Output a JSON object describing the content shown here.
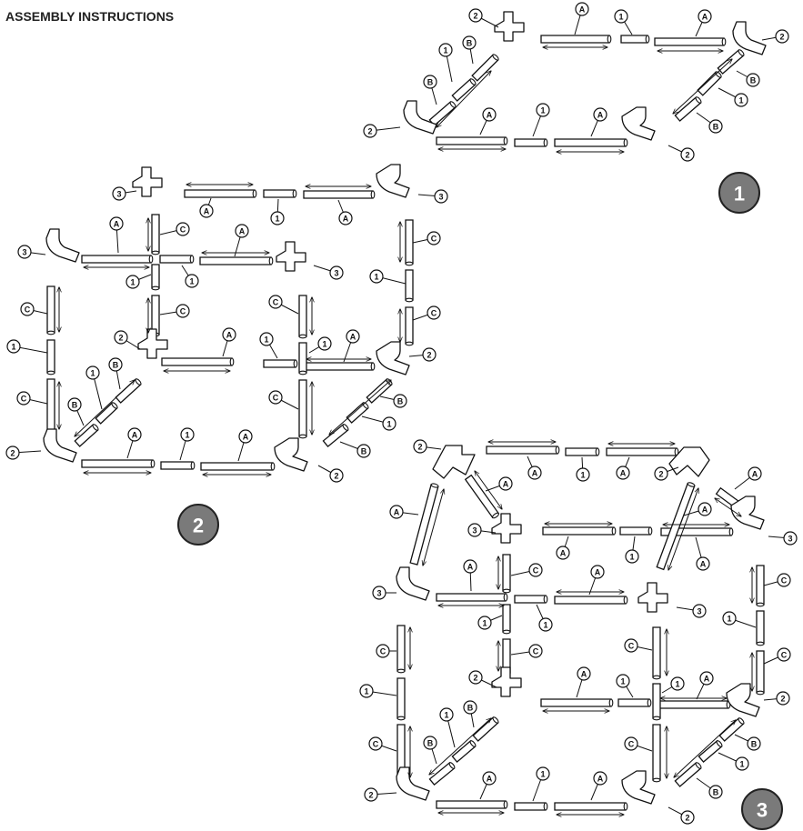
{
  "title": "ASSEMBLY INSTRUCTIONS",
  "steps": [
    {
      "number": "1"
    },
    {
      "number": "2"
    },
    {
      "number": "3"
    }
  ],
  "part_labels": [
    "A",
    "B",
    "C",
    "1",
    "2",
    "3"
  ],
  "colors": {
    "badge_fill": "#7a7a7a",
    "line": "#111111",
    "background": "#ffffff"
  }
}
